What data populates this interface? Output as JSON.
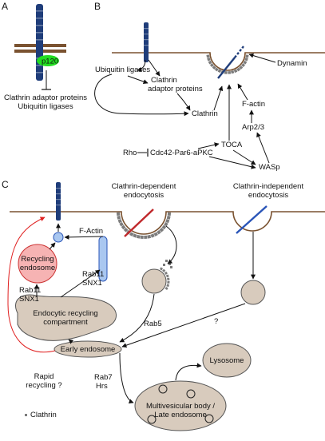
{
  "panels": {
    "a": "A",
    "b": "B",
    "c": "C"
  },
  "panel_a": {
    "p120": "p120",
    "line1": "Clathrin adaptor proteins",
    "line2": "Ubiquitin ligases"
  },
  "panel_b": {
    "ubiquitin_ligases": "Ubiquitin ligases",
    "clathrin_adaptor_line1": "Clathrin",
    "clathrin_adaptor_line2": "adaptor proteins",
    "clathrin": "Clathrin",
    "dynamin": "Dynamin",
    "f_actin": "F-actin",
    "arp23": "Arp2/3",
    "toca": "TOCA",
    "wasp": "WASp",
    "rho": "Rho",
    "cdc42": "Cdc42-Par6-aPKC"
  },
  "panel_c": {
    "clathrin_dependent_line1": "Clathrin-dependent",
    "clathrin_dependent_line2": "endocytosis",
    "clathrin_independent_line1": "Clathrin-independent",
    "clathrin_independent_line2": "endocytosis",
    "f_actin": "F-Actin",
    "recycling_line1": "Recycling",
    "recycling_line2": "endosome",
    "rab11_snx1_a_line1": "Rab11",
    "rab11_snx1_a_line2": "SNX1",
    "rab11_snx1_b_line1": "Rab11",
    "rab11_snx1_b_line2": "SNX1",
    "erc_line1": "Endocytic recycling",
    "erc_line2": "compartment",
    "rab5": "Rab5",
    "question": "?",
    "early_endosome": "Early endosome",
    "lysosome": "Lysosome",
    "rapid_line1": "Rapid",
    "rapid_line2": "recycling ?",
    "rab7_line1": "Rab7",
    "rab7_line2": "Hrs",
    "mvb_line1": "Multivesicular body /",
    "mvb_line2": "Late endosome",
    "legend_clathrin": "Clathrin"
  },
  "colors": {
    "membrane": "#7a5230",
    "receptor": "#1f3d7a",
    "p120": "#22dd22",
    "recycling_fill": "#f6b3b3",
    "recycling_stroke": "#cc3333",
    "compartment_fill": "#d8cbbd",
    "vesicle_blue": "#a9c7f0",
    "rapid_arrow": "#e02020",
    "clathrin_grey": "#7c7c7c",
    "cargo_red": "#c0282b",
    "cargo_blue": "#2a55b8"
  }
}
